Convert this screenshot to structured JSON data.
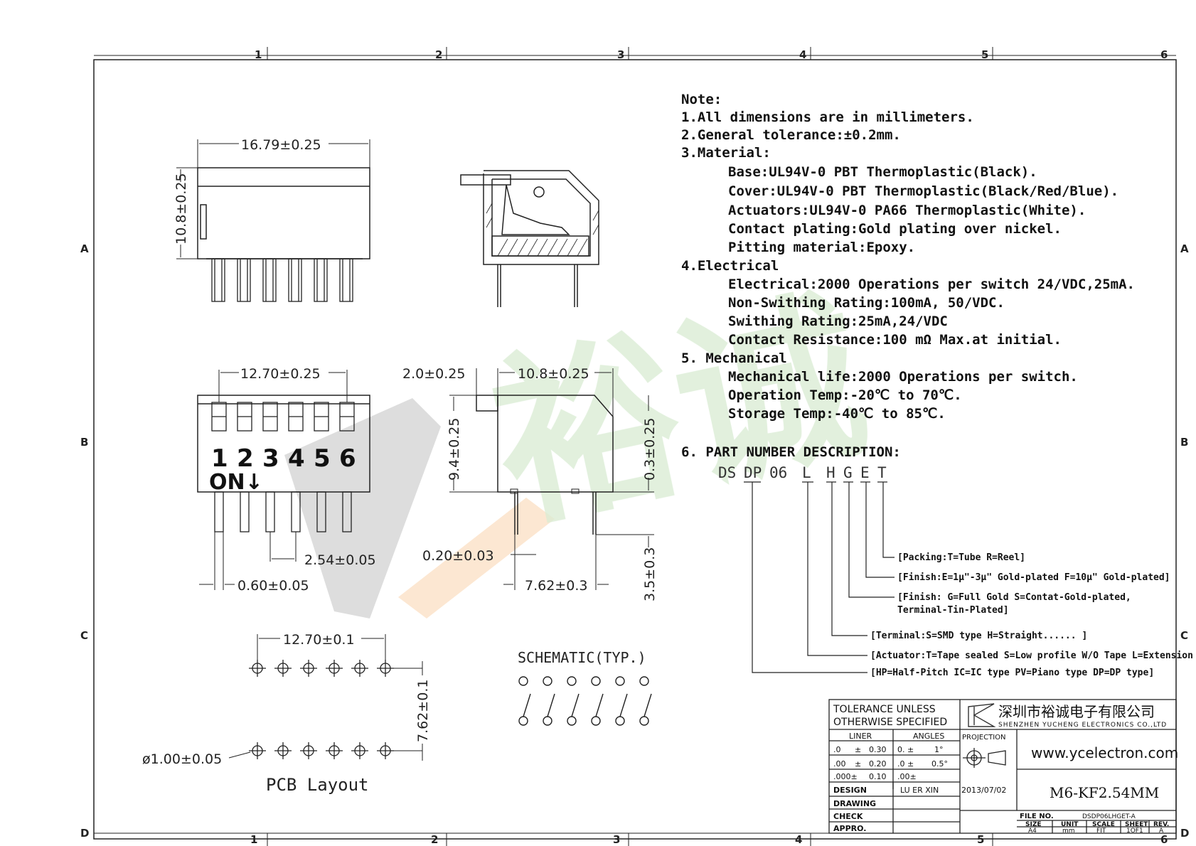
{
  "border": {
    "cols": [
      "1",
      "2",
      "3",
      "4",
      "5",
      "6"
    ],
    "rows": [
      "A",
      "B",
      "C",
      "D"
    ]
  },
  "watermark": {
    "text": "裕诚"
  },
  "notes": {
    "title": "Note:",
    "lines": [
      "1.All dimensions are in millimeters.",
      "2.General tolerance:±0.2mm.",
      "3.Material:",
      "Base:UL94V-0 PBT Thermoplastic(Black).",
      "Cover:UL94V-0 PBT Thermoplastic(Black/Red/Blue).",
      "Actuators:UL94V-0 PA66 Thermoplastic(White).",
      "Contact plating:Gold plating over nickel.",
      "Pitting material:Epoxy.",
      "4.Electrical",
      "Electrical:2000 Operations per switch 24/VDC,25mA.",
      "Non-Swithing Rating:100mA, 50/VDC.",
      "Swithing Rating:25mA,24/VDC",
      "Contact Resistance:100 mΩ Max.at initial.",
      "5. Mechanical",
      "Mechanical life:2000 Operations per switch.",
      "Operation Temp:-20℃ to 70℃.",
      "Storage Temp:-40℃ to 85℃."
    ]
  },
  "part_number": {
    "title": "6. PART NUMBER DESCRIPTION:",
    "segments": [
      "DS",
      "DP",
      "06",
      "L",
      "H",
      "G",
      "E",
      "T"
    ],
    "callouts": [
      "[Packing:T=Tube R=Reel]",
      "[Finish:E=1μ\"-3μ\" Gold-plated F=10μ\" Gold-plated]",
      "[Finish: G=Full Gold S=Contat-Gold-plated,",
      "Terminal-Tin-Plated]",
      "[Terminal:S=SMD type H=Straight...... ]",
      "[Actuator:T=Tape sealed S=Low profile W/O Tape L=Extension ]",
      "[HP=Half-Pitch IC=IC type PV=Piano type DP=DP type]"
    ]
  },
  "dims": {
    "top_width": "16.79±0.25",
    "top_height": "10.8±0.25",
    "front_width": "12.70±0.25",
    "pitch": "2.54±0.05",
    "pin_width": "0.60±0.05",
    "side_offset": "2.0±0.25",
    "side_width": "10.8±0.25",
    "side_height": "9.4±0.25",
    "side_standoff": "0.3±0.25",
    "pin_thickness": "0.20±0.03",
    "row_spacing": "7.62±0.3",
    "pin_length": "3.5±0.3",
    "pcb_width": "12.70±0.1",
    "pcb_height": "7.62±0.1",
    "hole_dia": "ø1.00±0.05"
  },
  "switch_numbers": [
    "1",
    "2",
    "3",
    "4",
    "5",
    "6"
  ],
  "on_label": "ON↓",
  "schematic_title": "SCHEMATIC(TYP.)",
  "pcb_title": "PCB Layout",
  "title_block": {
    "tol_title_1": "TOLERANCE UNLESS",
    "tol_title_2": "OTHERWISE SPECIFIED",
    "liner": "LINER",
    "angles": "ANGLES",
    "tol_rows": [
      [
        ".0",
        "±",
        "0.30",
        "0. ±",
        "1°"
      ],
      [
        ".00",
        "±",
        "0.20",
        ".0 ±",
        "0.5°"
      ],
      [
        ".000±",
        "",
        "0.10",
        ".00±",
        ""
      ]
    ],
    "design_label": "DESIGN",
    "designer": "LU ER XIN",
    "date": "2013/07/02",
    "drawing_label": "DRAWING",
    "check_label": "CHECK",
    "appro_label": "APPRO.",
    "projection_label": "PROJECTION",
    "company_cn": "深圳市裕诚电子有限公司",
    "company_en": "SHENZHEN YUCHENG ELECTRONICS CO.,LTD",
    "website": "www.ycelectron.com",
    "model": "M6-KF2.54MM",
    "file_label": "FILE NO.",
    "file_no": "DSDP06LHGET-A",
    "headers": [
      "SIZE",
      "UNIT",
      "SCALE",
      "SHEET",
      "REV."
    ],
    "values": [
      "A4",
      "mm",
      "FIT",
      "1OF1",
      "A"
    ]
  }
}
